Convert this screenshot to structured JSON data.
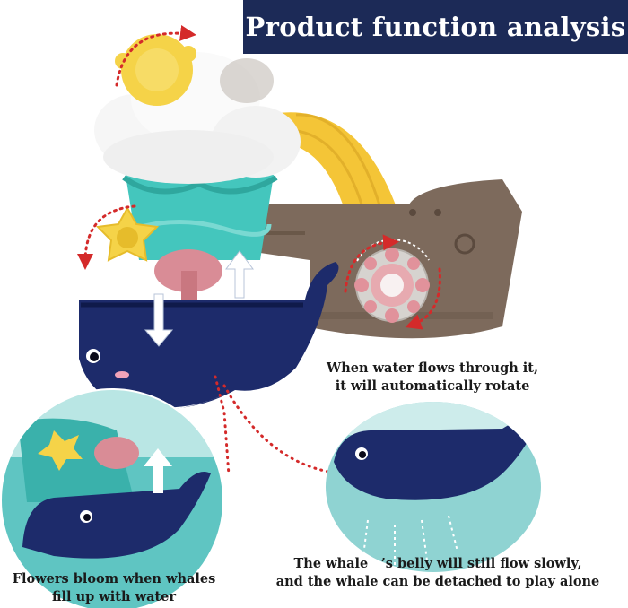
{
  "title": "Product function analysis",
  "captions": {
    "rotate": [
      "When water flows through it,",
      "it will automatically rotate"
    ],
    "bloom": [
      "Flowers bloom when whales",
      "fill up with water"
    ],
    "belly": [
      "The whale　’s belly will still flow slowly,",
      "and the whale can be detached to play alone"
    ]
  },
  "colors": {
    "banner": "#1c2a57",
    "whale": "#1d2b6b",
    "teal": "#44c6bd",
    "rainbow": "#f4c537",
    "boat": "#7d6a5c",
    "flower": "#f5d348",
    "arrow": "#d42a2a"
  }
}
